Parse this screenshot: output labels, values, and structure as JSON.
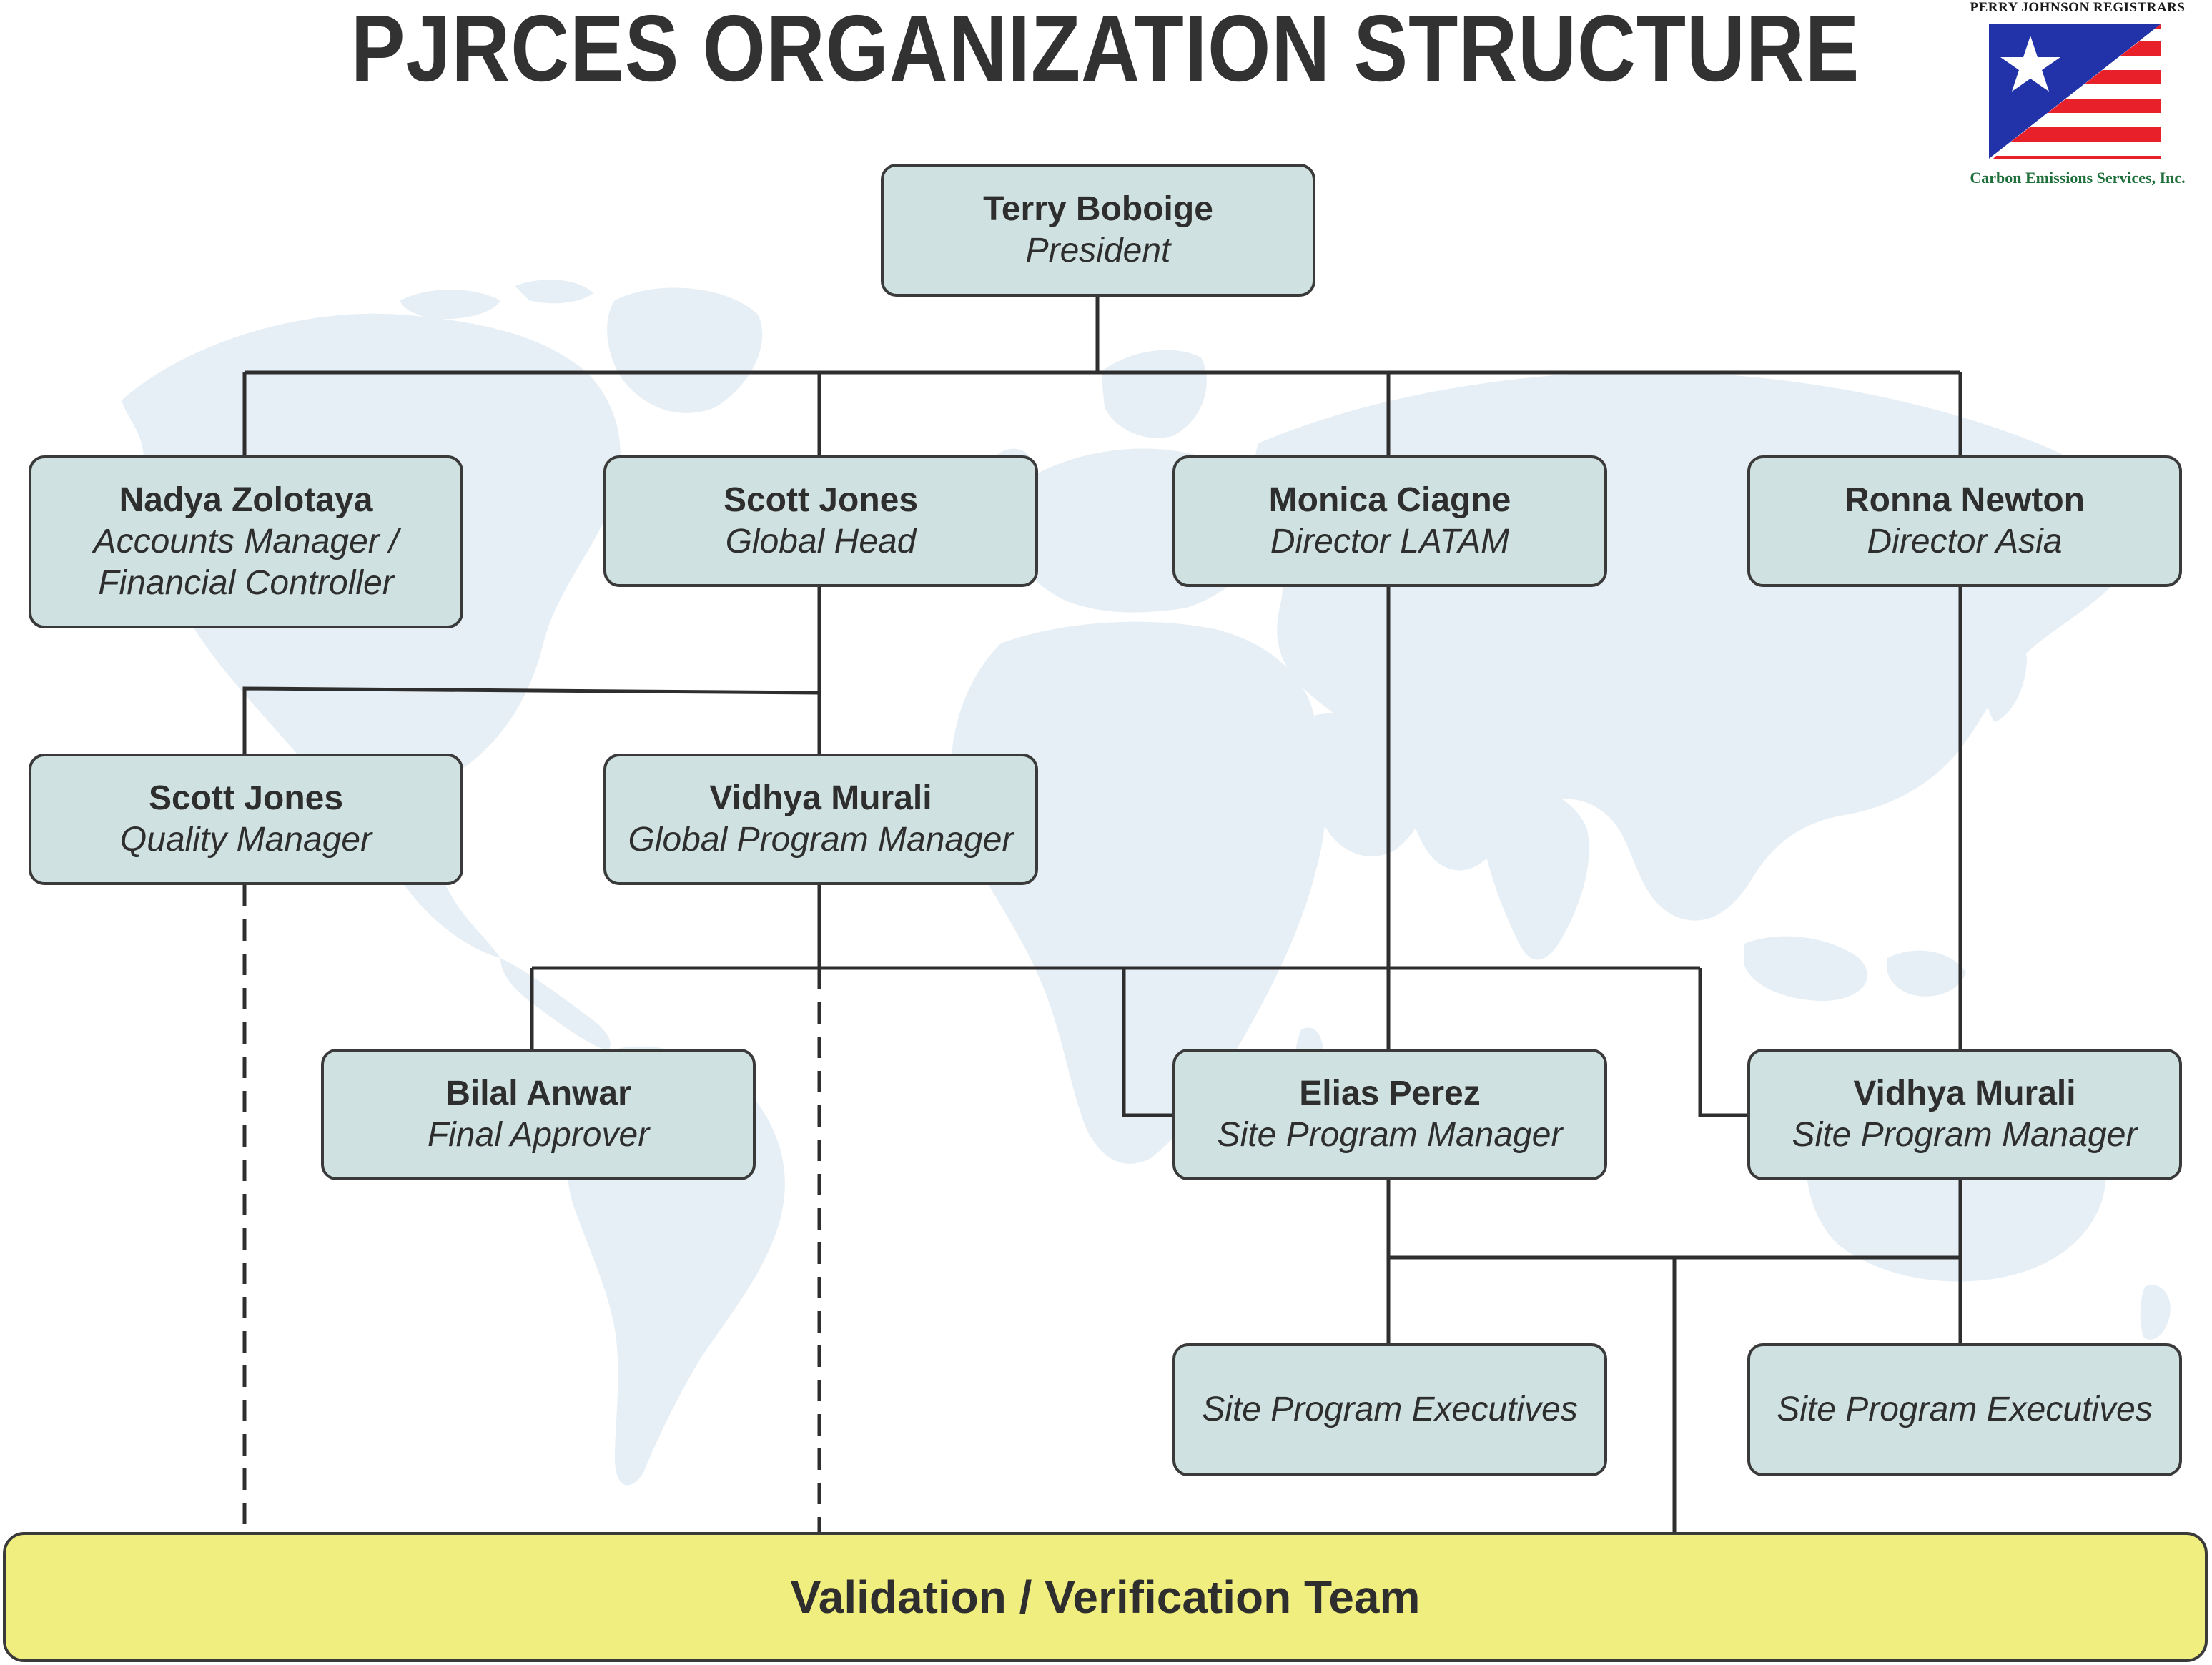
{
  "title": "PJRCES ORGANIZATION STRUCTURE",
  "logo": {
    "top_text": "PERRY JOHNSON REGISTRARS",
    "bottom_text": "Carbon Emissions Services, Inc.",
    "icon": "star-flag-icon",
    "colors": {
      "blue": "#2233aa",
      "red": "#e8202a",
      "white": "#ffffff"
    }
  },
  "nodes": {
    "president": {
      "name": "Terry Boboige",
      "role": "President"
    },
    "accounts": {
      "name": "Nadya Zolotaya",
      "role_line1": "Accounts Manager /",
      "role_line2": "Financial Controller"
    },
    "global_head": {
      "name": "Scott Jones",
      "role": "Global Head"
    },
    "director_latam": {
      "name": "Monica Ciagne",
      "role": "Director LATAM"
    },
    "director_asia": {
      "name": "Ronna Newton",
      "role": "Director Asia"
    },
    "quality": {
      "name": "Scott Jones",
      "role": "Quality Manager"
    },
    "global_program": {
      "name": "Vidhya Murali",
      "role": "Global Program Manager"
    },
    "final_approver": {
      "name": "Bilal Anwar",
      "role": "Final Approver"
    },
    "site_pm_latam": {
      "name": "Elias Perez",
      "role": "Site Program Manager"
    },
    "site_pm_asia": {
      "name": "Vidhya Murali",
      "role": "Site Program Manager"
    },
    "site_exec_1": {
      "role": "Site Program Executives"
    },
    "site_exec_2": {
      "role": "Site Program Executives"
    }
  },
  "team": {
    "label": "Validation / Verification Team"
  },
  "colors": {
    "node_fill": "#cfe2e1",
    "team_fill": "#f0ee7f",
    "line": "#2e2e2e",
    "map": "#e6eff5"
  }
}
